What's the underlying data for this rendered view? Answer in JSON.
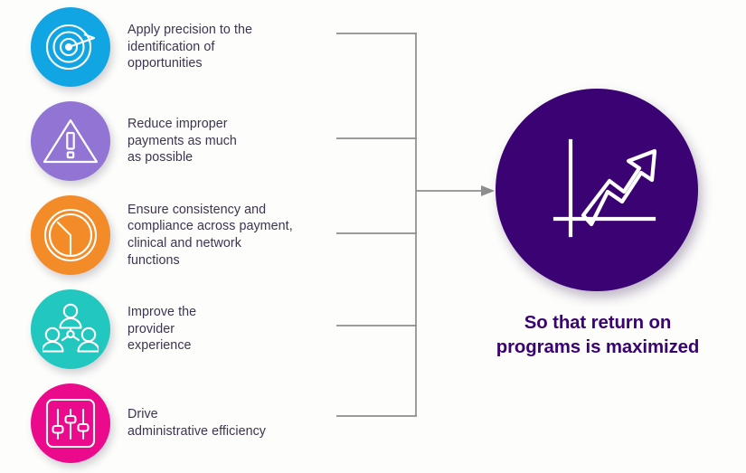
{
  "diagram": {
    "type": "objectives-to-outcome",
    "background_color": "#fdfdfb",
    "connector_color": "#8d8d8d",
    "label_text_color": "#3d3450",
    "objectives": [
      {
        "id": "precision",
        "icon": "target-bullseye-icon",
        "color": "#11a6e3",
        "label": "Apply precision to the\nidentification of\nopportunities"
      },
      {
        "id": "improper-payments",
        "icon": "warning-triangle-icon",
        "color": "#9274d4",
        "label": "Reduce improper\npayments as much\nas possible"
      },
      {
        "id": "consistency",
        "icon": "clock-icon",
        "color": "#f38b28",
        "label": "Ensure consistency and\ncompliance across payment,\nclinical and network\nfunctions"
      },
      {
        "id": "provider-experience",
        "icon": "people-group-icon",
        "color": "#22c7c0",
        "label": "Improve the\nprovider\nexperience"
      },
      {
        "id": "administrative-efficiency",
        "icon": "sliders-icon",
        "color": "#ec0a8c",
        "label": "Drive\nadministrative efficiency"
      }
    ],
    "outcome": {
      "icon": "growth-arrow-chart-icon",
      "circle_color": "#3b0273",
      "icon_color": "#ffffff",
      "caption": "So that return on\nprograms is maximized",
      "caption_color": "#3b0273"
    }
  }
}
